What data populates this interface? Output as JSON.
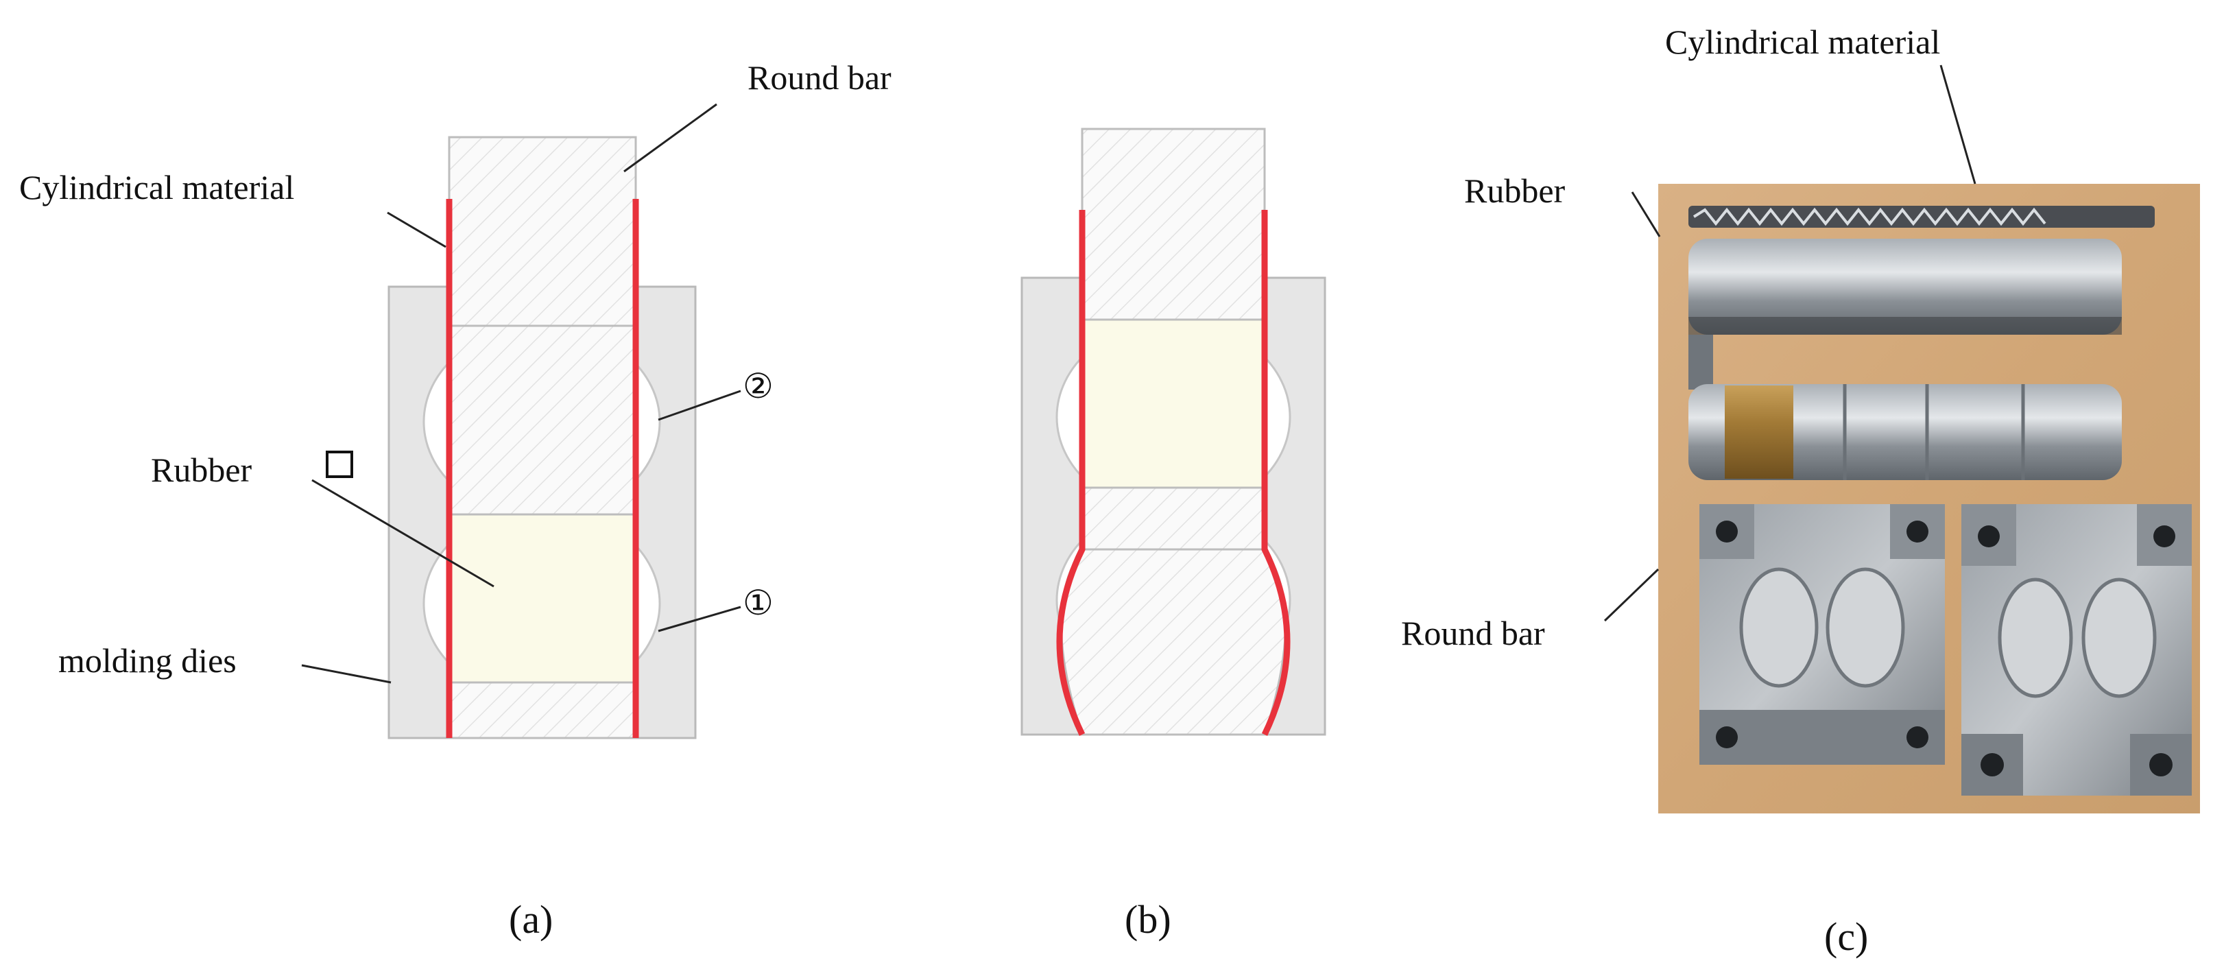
{
  "panel_a": {
    "round_bar": "Round bar",
    "cylindrical_material": "Cylindrical material",
    "rubber": "Rubber",
    "molding_dies": "molding dies",
    "marker_2": "②",
    "marker_1": "①",
    "caption": "(a)"
  },
  "panel_b": {
    "caption": "(b)"
  },
  "panel_c": {
    "cylindrical_material": "Cylindrical material",
    "rubber": "Rubber",
    "round_bar": "Round bar",
    "caption": "(c)"
  },
  "colors": {
    "tube": "#e8323c",
    "rubber_fill": "#fbfae8",
    "die_fill": "#e6e6e6",
    "photo_background": "#d3a878"
  }
}
